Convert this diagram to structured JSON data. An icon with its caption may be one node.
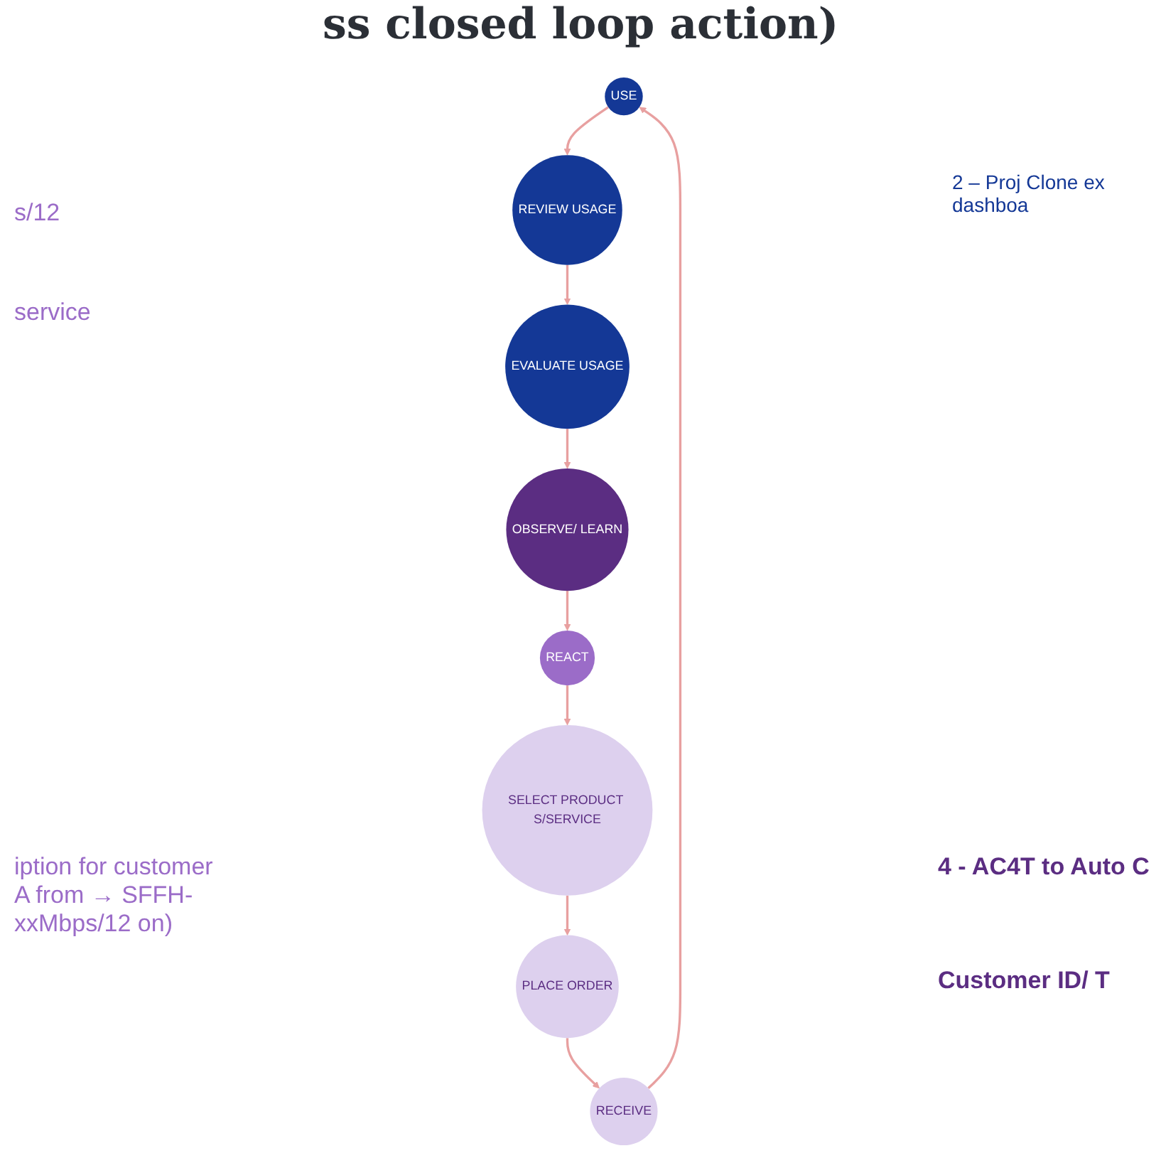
{
  "diagram": {
    "title": "ss closed loop action)",
    "nodes": [
      {
        "text": [
          "USE"
        ]
      },
      {
        "text": [
          "REVIEW USAGE"
        ]
      },
      {
        "text": [
          "EVALUATE USAGE"
        ]
      },
      {
        "text": [
          "OBSERVE/ LEARN"
        ]
      },
      {
        "text": [
          "REACT"
        ]
      },
      {
        "text": [
          "SELECT PRODUCT S/SERVICE"
        ]
      },
      {
        "text": [
          "PLACE ORDER"
        ]
      },
      {
        "text": [
          "RECEIVE"
        ]
      }
    ],
    "edges": [
      {
        "from": 0,
        "to": 1,
        "arrow": "to"
      },
      {
        "from": 1,
        "to": 2,
        "arrow": "to"
      },
      {
        "from": 2,
        "to": 3,
        "arrow": "to"
      },
      {
        "from": 3,
        "to": 4,
        "arrow": "to"
      },
      {
        "from": 4,
        "to": 5,
        "arrow": "to"
      },
      {
        "from": 5,
        "to": 6,
        "arrow": "to"
      },
      {
        "from": 6,
        "to": 7,
        "arrow": "to"
      },
      {
        "from": 7,
        "to": 0,
        "arrow": "to"
      }
    ],
    "labels": [
      "s/12",
      "service",
      "2 – Proj Clone ex dashboa",
      "iption for customer A from → SFFH-xxMbps/12 on)",
      "4 - AC4T to Auto C",
      "Customer ID/ T"
    ]
  }
}
